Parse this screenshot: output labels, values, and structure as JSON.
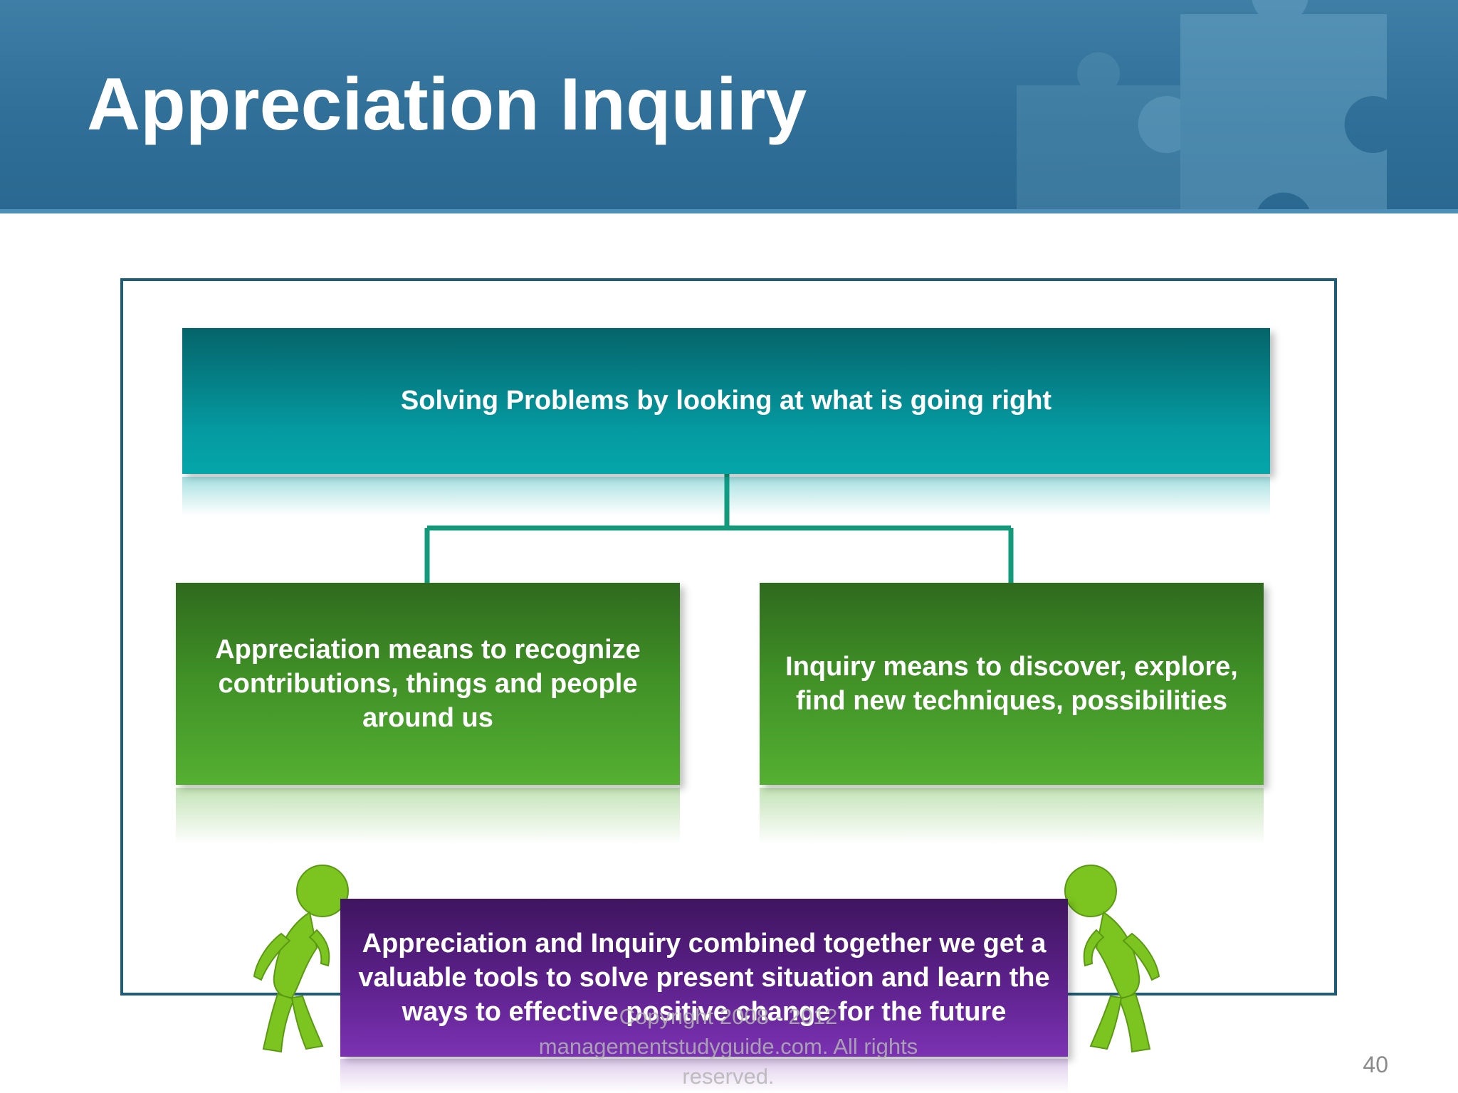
{
  "slide": {
    "title": "Appreciation Inquiry",
    "page_number": "40",
    "copyright": "Copyright 2008 - 2012 managementstudyguide.com. All rights reserved."
  },
  "diagram": {
    "root": "Solving Problems by looking at what is going right",
    "left_child": "Appreciation means to recognize contributions, things and people around us",
    "right_child": "Inquiry means to discover, explore, find new techniques, possibilities",
    "summary": "Appreciation and Inquiry combined together we get a valuable tools to solve present situation and learn the ways to effective positive change for the future"
  },
  "colors": {
    "header": "#2f6f98",
    "root_box": "#05a0a4",
    "child_boxes": "#4aa22d",
    "summary_box": "#5a2088",
    "connector": "#139a7a",
    "figures": "#7cc520"
  },
  "icons": [
    "puzzle-piece-icon",
    "green-figure-icon"
  ]
}
